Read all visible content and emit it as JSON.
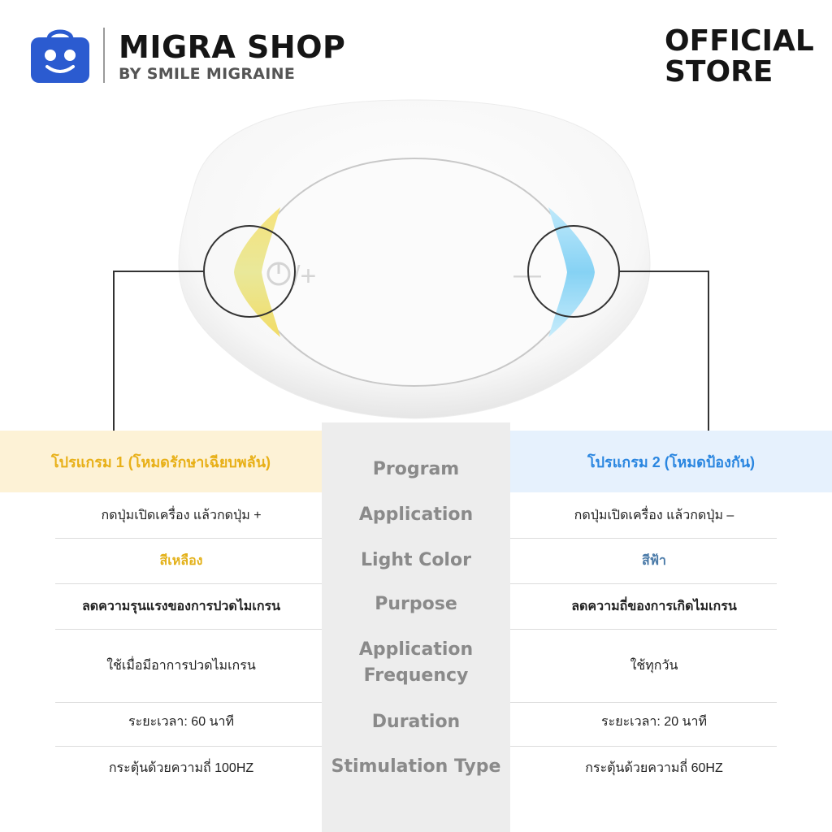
{
  "header": {
    "brand": "MIGRA SHOP",
    "sub": "BY SMILE MIGRAINE",
    "official_line1": "OFFICIAL",
    "official_line2": "STORE"
  },
  "device": {
    "left_icon": "power-icon",
    "left_symbol": "/+",
    "right_symbol": "—",
    "left_glow_color": "#f2e06a",
    "right_glow_color": "#8fd6f5"
  },
  "colors": {
    "program1": "#e8b018",
    "program2": "#2a86e0",
    "logo": "#2b5bd0"
  },
  "table": {
    "program": {
      "label": "Program",
      "left": "โปรแกรม 1 (โหมดรักษาเฉียบพลัน)",
      "right": "โปรแกรม 2 (โหมดป้องกัน)"
    },
    "application": {
      "label": "Application",
      "left": "กดปุ่มเปิดเครื่อง แล้วกดปุ่ม +",
      "right": "กดปุ่มเปิดเครื่อง แล้วกดปุ่ม  –"
    },
    "light_color": {
      "label": "Light Color",
      "left": "สีเหลือง",
      "right": "สีฟ้า"
    },
    "purpose": {
      "label": "Purpose",
      "left": "ลดความรุนแรงของการปวดไมเกรน",
      "right": "ลดความถี่ของการเกิดไมเกรน"
    },
    "frequency": {
      "label_line1": "Application",
      "label_line2": "Frequency",
      "left": "ใช้เมื่อมีอาการปวดไมเกรน",
      "right": "ใช้ทุกวัน"
    },
    "duration": {
      "label": "Duration",
      "left": "ระยะเวลา: 60 นาที",
      "right": "ระยะเวลา: 20 นาที"
    },
    "stimulation": {
      "label": "Stimulation Type",
      "left": "กระตุ้นด้วยความถี่ 100HZ",
      "right": "กระตุ้นด้วยความถี่ 60HZ"
    }
  }
}
